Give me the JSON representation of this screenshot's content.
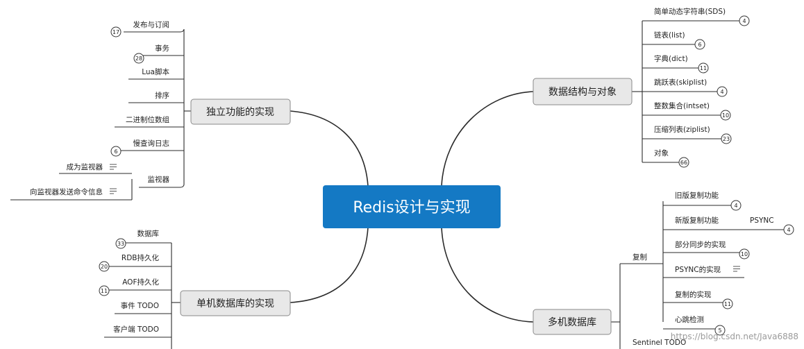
{
  "colors": {
    "center_fill": "#1479c4",
    "center_text": "#ffffff",
    "topic_fill": "#e8e8e8",
    "topic_stroke": "#8a8a8a",
    "line": "#2a2a2a",
    "watermark": "#9a9a9a"
  },
  "center": {
    "title": "Redis设计与实现"
  },
  "topics": {
    "left_top": {
      "label": "独立功能的实现",
      "children": [
        {
          "label": "发布与订阅",
          "badge": "17"
        },
        {
          "label": "事务",
          "badge": "28"
        },
        {
          "label": "Lua脚本"
        },
        {
          "label": "排序"
        },
        {
          "label": "二进制位数组"
        },
        {
          "label": "慢查询日志",
          "badge": "6"
        },
        {
          "label": "监视器",
          "children": [
            {
              "label": "成为监视器",
              "note_icon": "note-icon"
            },
            {
              "label": "向监视器发送命令信息",
              "note_icon": "note-icon"
            }
          ]
        }
      ]
    },
    "left_bottom": {
      "label": "单机数据库的实现",
      "children": [
        {
          "label": "数据库",
          "badge": "33"
        },
        {
          "label": "RDB持久化",
          "badge": "20"
        },
        {
          "label": "AOF持久化",
          "badge": "11"
        },
        {
          "label": "事件 TODO"
        },
        {
          "label": "客户端 TODO"
        }
      ]
    },
    "right_top": {
      "label": "数据结构与对象",
      "children": [
        {
          "label": "简单动态字符串(SDS)",
          "badge": "4"
        },
        {
          "label": "链表(list)",
          "badge": "6"
        },
        {
          "label": "字典(dict)",
          "badge": "11"
        },
        {
          "label": "跳跃表(skiplist)",
          "badge": "4"
        },
        {
          "label": "整数集合(intset)",
          "badge": "10"
        },
        {
          "label": "压缩列表(ziplist)",
          "badge": "23"
        },
        {
          "label": "对象",
          "badge": "66"
        }
      ]
    },
    "right_bottom": {
      "label": "多机数据库",
      "children": [
        {
          "label": "复制",
          "children": [
            {
              "label": "旧版复制功能",
              "badge": "4"
            },
            {
              "label": "新版复制功能",
              "children": [
                {
                  "label": "PSYNC",
                  "badge": "4"
                }
              ]
            },
            {
              "label": "部分同步的实现",
              "badge": "10"
            },
            {
              "label": "PSYNC的实现",
              "note_icon": "note-icon"
            },
            {
              "label": "复制的实现",
              "badge": "11"
            },
            {
              "label": "心跳检测",
              "badge": "5"
            }
          ]
        },
        {
          "label": "Sentinel TODO"
        }
      ]
    }
  },
  "watermark": "https://blog.csdn.net/Java6888"
}
